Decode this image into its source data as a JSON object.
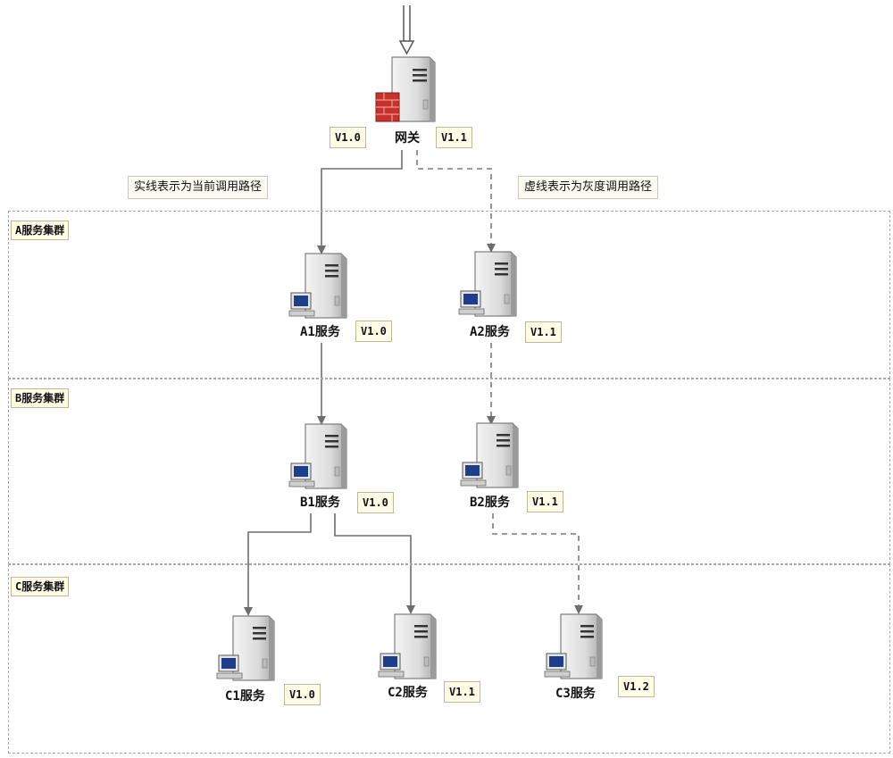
{
  "gateway": {
    "label": "网关",
    "version_left": "V1.0",
    "version_right": "V1.1"
  },
  "notes": {
    "solid": "实线表示为当前调用路径",
    "dashed": "虚线表示为灰度调用路径"
  },
  "clusters": [
    {
      "label": "A服务集群"
    },
    {
      "label": "B服务集群"
    },
    {
      "label": "C服务集群"
    }
  ],
  "services": {
    "a1": {
      "label": "A1服务",
      "version": "V1.0"
    },
    "a2": {
      "label": "A2服务",
      "version": "V1.1"
    },
    "b1": {
      "label": "B1服务",
      "version": "V1.0"
    },
    "b2": {
      "label": "B2服务",
      "version": "V1.1"
    },
    "c1": {
      "label": "C1服务",
      "version": "V1.0"
    },
    "c2": {
      "label": "C2服务",
      "version": "V1.1"
    },
    "c3": {
      "label": "C3服务",
      "version": "V1.2"
    }
  },
  "colors": {
    "solid_line": "#6e6e6e",
    "dashed_line": "#7a7a7a",
    "firewall": "#c8322a"
  }
}
